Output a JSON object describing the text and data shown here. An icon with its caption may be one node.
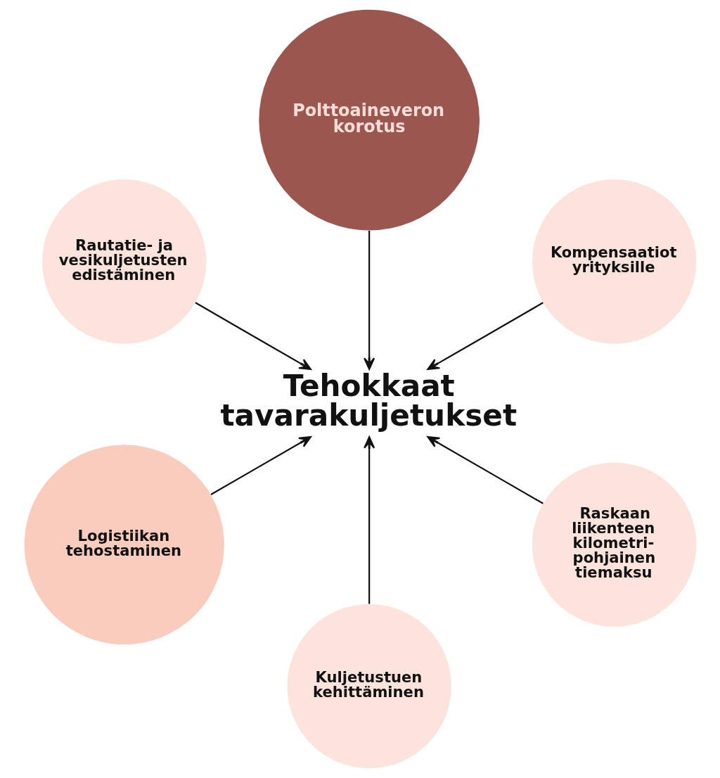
{
  "diagram": {
    "nodes": [
      {
        "text": [
          "Polttoaineveron korotus"
        ]
      },
      {
        "text": [
          "Rautatie- ja vesikuljetusten edistäminen"
        ]
      },
      {
        "text": [
          "Kompensaatiot yrityksille"
        ]
      },
      {
        "text": [
          "Tehokkaat tavarakuljetukset"
        ]
      },
      {
        "text": [
          "Logistiikan tehostaminen"
        ]
      },
      {
        "text": [
          "Raskaan liikenteen kilometri- pohjainen tiemaksu"
        ]
      },
      {
        "text": [
          "Kuljetustuen kehittäminen"
        ]
      }
    ],
    "edges": [
      {
        "from": 0,
        "to": 3,
        "arrow": "to"
      },
      {
        "from": 1,
        "to": 3,
        "arrow": "to"
      },
      {
        "from": 2,
        "to": 3,
        "arrow": "to"
      },
      {
        "from": 4,
        "to": 3,
        "arrow": "to"
      },
      {
        "from": 6,
        "to": 3,
        "arrow": "to"
      },
      {
        "from": 5,
        "to": 3,
        "arrow": "to"
      }
    ]
  }
}
